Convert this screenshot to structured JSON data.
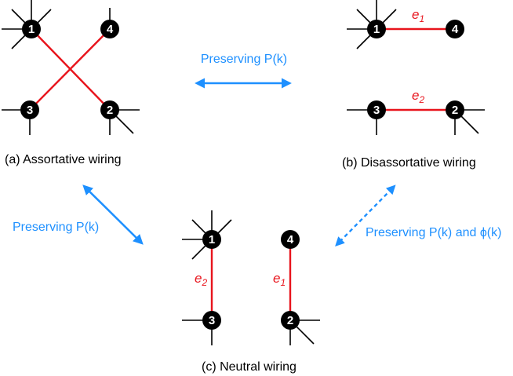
{
  "captions": {
    "a": "(a) Assortative wiring",
    "b": "(b) Disassortative wiring",
    "c": "(c) Neutral wiring"
  },
  "arrows": {
    "top": "Preserving P(k)",
    "left": "Preserving P(k)",
    "right": "Preserving P(k) and ϕ(k)"
  },
  "nodes": {
    "n1": "1",
    "n2": "2",
    "n3": "3",
    "n4": "4"
  },
  "edges": {
    "e": "e",
    "sub1": "1",
    "sub2": "2"
  },
  "colors": {
    "edge": "#e8141c",
    "arrow": "#1e90ff",
    "node": "#000000"
  }
}
